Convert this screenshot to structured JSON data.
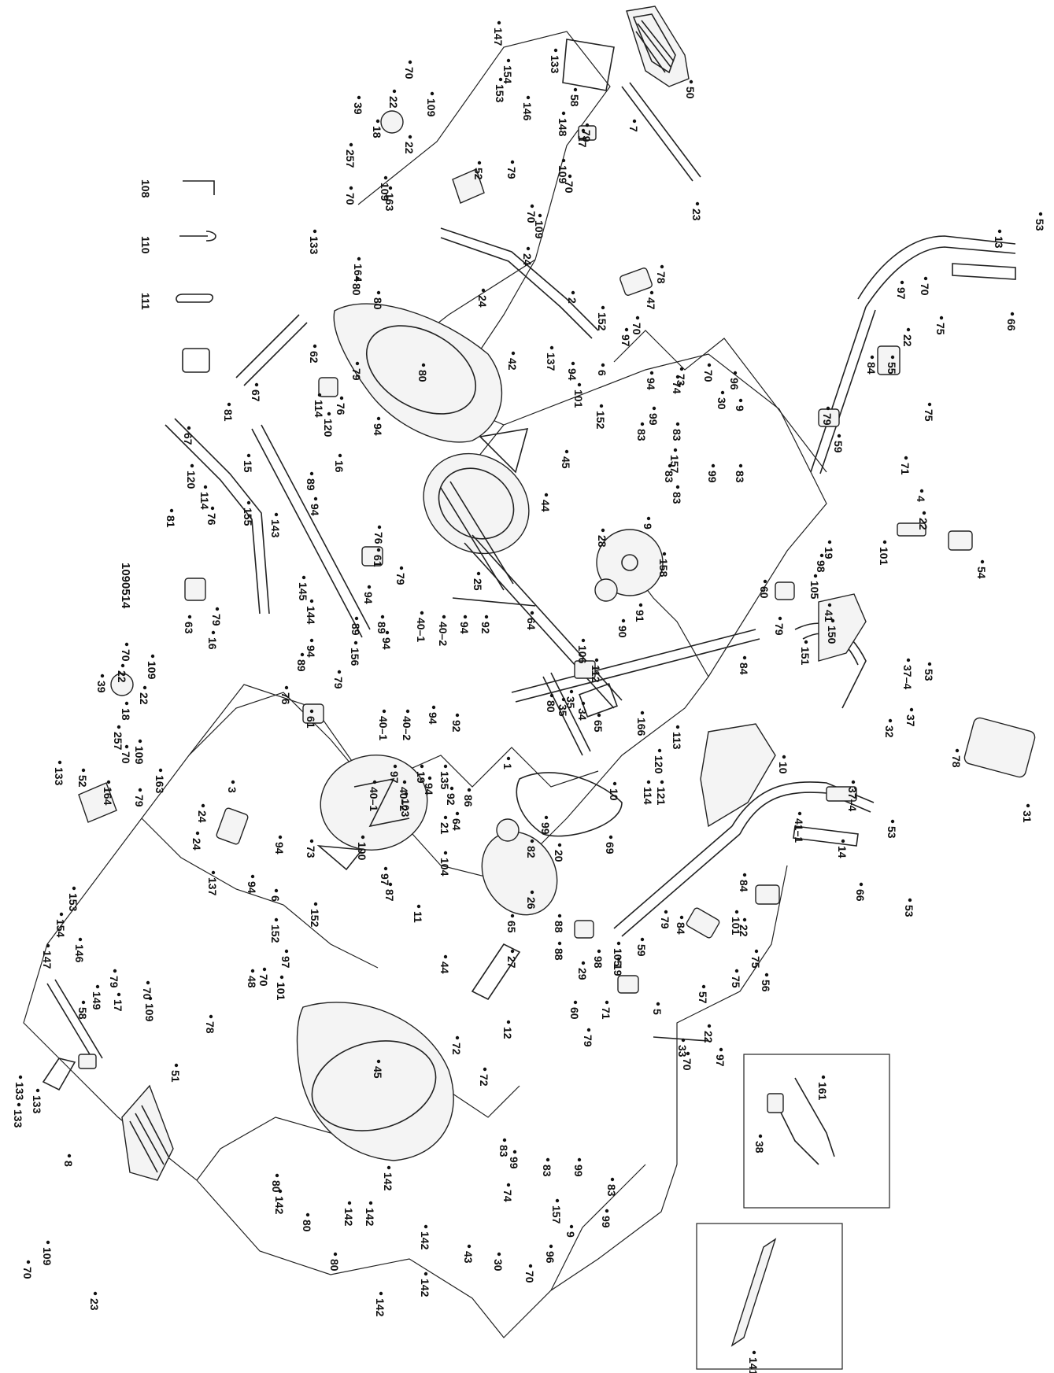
{
  "drawing_code": "1090514",
  "tool_labels": [
    "108",
    "110",
    "111"
  ],
  "labels": {
    "l70a": "70",
    "l109a": "109",
    "l22a": "22",
    "l39a": "39",
    "l18a": "18",
    "l22b": "22",
    "l257a": "257",
    "l70b": "70",
    "l109b": "109",
    "l163a": "163",
    "l133a": "133",
    "l164a": "164",
    "l147a": "147",
    "l133b": "133",
    "l154a": "154",
    "l153a": "153",
    "l146a": "146",
    "l58a": "58",
    "l148a": "148",
    "l79a": "79",
    "l17a": "17",
    "l109c": "109",
    "l70c": "70",
    "l50": "50",
    "l7": "7",
    "l23a": "23",
    "l52a": "52",
    "l79b": "79",
    "l70d": "70",
    "l109d": "109",
    "l24a": "24",
    "l24b": "24",
    "l2": "2",
    "l78a": "78",
    "l47": "47",
    "l152a": "152",
    "l70e": "70",
    "l97a": "97",
    "l137a": "137",
    "l94a": "94",
    "l101a": "101",
    "l6a": "6",
    "l152b": "152",
    "l94b": "94",
    "l73a": "73",
    "l80a": "80",
    "l80b": "80",
    "l80c": "80",
    "l62": "62",
    "l79c": "79",
    "l94c": "94",
    "l42": "42",
    "l45a": "45",
    "l44a": "44",
    "l81a": "81",
    "l67a": "67",
    "l114a": "114",
    "l76a": "76",
    "l120a": "120",
    "l15": "15",
    "l16a": "16",
    "l89a": "89",
    "l94d": "94",
    "l143": "143",
    "l155": "155",
    "l76b": "76",
    "l61a": "61",
    "l79d": "79",
    "l94e": "94",
    "l89b": "89",
    "l145": "145",
    "l144": "144",
    "l89c": "89",
    "l94f": "94",
    "l156": "156",
    "l79e": "79",
    "l61b": "61",
    "l16b": "16",
    "l76c": "76",
    "l89d": "89",
    "l94g": "94",
    "l67b": "67",
    "l120b": "120",
    "l114b": "114",
    "l81b": "81",
    "l76d": "76",
    "l63a": "63",
    "l79f": "79",
    "l74a": "74",
    "l70f": "70",
    "l96a": "96",
    "l30a": "30",
    "l99a": "99",
    "l83a": "83",
    "l83b": "83",
    "l157a": "157",
    "l83c": "83",
    "l99b": "99",
    "l83d": "83",
    "l83e": "83",
    "l9a": "9",
    "l9b": "9",
    "l28": "28",
    "l158": "158",
    "l90": "90",
    "l91": "91",
    "l106": "106",
    "l112": "112",
    "l25": "25",
    "l40_2a": "40–2",
    "l40_1a": "40–1",
    "l94h": "94",
    "l92a": "92",
    "l64a": "64",
    "l35a": "35",
    "l80d": "80",
    "l35b": "35",
    "l34": "34",
    "l65a": "65",
    "l166": "166",
    "l113": "113",
    "l120c": "120",
    "l40_1b": "40–1",
    "l40_2b": "40–2",
    "l94i": "94",
    "l92b": "92",
    "l40_1c": "40–1",
    "l40_2c": "40–2",
    "l94j": "94",
    "l92c": "92",
    "l64b": "64",
    "l1": "1",
    "l10a": "10",
    "l114c": "114",
    "l121": "121",
    "l99c": "99",
    "l82": "82",
    "l20": "20",
    "l69": "69",
    "l26": "26",
    "l65b": "65",
    "l13": "13",
    "l53a": "53",
    "l66a": "66",
    "l97b": "97",
    "l70g": "70",
    "l75a": "75",
    "l22c": "22",
    "l84a": "84",
    "l55": "55",
    "l79g": "79",
    "l59a": "59",
    "l75b": "75",
    "l54": "54",
    "l71a": "71",
    "l4": "4",
    "l22d": "22",
    "l101b": "101",
    "l19a": "19",
    "l98a": "98",
    "l105a": "105",
    "l60a": "60",
    "l79h": "79",
    "l41": "41",
    "l150": "150",
    "l151": "151",
    "l84b": "84",
    "l37_4a": "37–4",
    "l53b": "53",
    "l37": "37",
    "l32": "32",
    "l10b": "10",
    "l78b": "78",
    "l31": "31",
    "l37_4b": "37–4",
    "l53c": "53",
    "l41_1": "41–1",
    "l84c": "84",
    "l97c": "97",
    "l19b": "19",
    "l135": "135",
    "l103": "103",
    "l86": "86",
    "l21": "21",
    "l100": "100",
    "l104": "104",
    "l97d": "97",
    "l87": "87",
    "l11": "11",
    "l44b": "44",
    "l45b": "45",
    "l39b": "39",
    "l70h": "70",
    "l22e": "22",
    "l109e": "109",
    "l18b": "18",
    "l22f": "22",
    "l257b": "257",
    "l70i": "70",
    "l109f": "109",
    "l133c": "133",
    "l164b": "164",
    "l163b": "163",
    "l52b": "52",
    "l79i": "79",
    "l24c": "24",
    "l3": "3",
    "l24d": "24",
    "l94k": "94",
    "l73b": "73",
    "l137b": "137",
    "l94l": "94",
    "l6b": "6",
    "l152c": "152",
    "l152d": "152",
    "l97e": "97",
    "l70j": "70",
    "l101c": "101",
    "l48": "48",
    "l78c": "78",
    "l153b": "153",
    "l154b": "154",
    "l146b": "146",
    "l147b": "147",
    "l149": "149",
    "l58b": "58",
    "l79j": "79",
    "l17b": "17",
    "l70k": "70",
    "l109g": "109",
    "l51": "51",
    "l133d": "133",
    "l133e": "133",
    "l133f": "133",
    "l8": "8",
    "l109h": "109",
    "l70l": "70",
    "l23b": "23",
    "l88a": "88",
    "l88b": "88",
    "l27": "27",
    "l29": "29",
    "l98b": "98",
    "l105b": "105",
    "l19c": "19",
    "l71b": "71",
    "l60b": "60",
    "l79k": "79",
    "l12": "12",
    "l72a": "72",
    "l72b": "72",
    "l79l": "79",
    "l59b": "59",
    "l84d": "84",
    "l57": "57",
    "l101d": "101",
    "l22g": "22",
    "l14": "14",
    "l53d": "53",
    "l66b": "66",
    "l75c": "75",
    "l75d": "75",
    "l56": "56",
    "l5": "5",
    "l22h": "22",
    "l97f": "97",
    "l70m": "70",
    "l161": "161",
    "l38": "38",
    "l33": "33",
    "l141": "141",
    "l83f": "83",
    "l99d": "99",
    "l83g": "83",
    "l99e": "99",
    "l74b": "74",
    "l157b": "157",
    "l83h": "83",
    "l99f": "99",
    "l30b": "30",
    "l96b": "96",
    "l70n": "70",
    "l9c": "9",
    "l80e": "80",
    "l142a": "142",
    "l142b": "142",
    "l80f": "80",
    "l142c": "142",
    "l142d": "142",
    "l142e": "142",
    "l80g": "80",
    "l43": "43",
    "l142f": "142",
    "l142g": "142"
  }
}
